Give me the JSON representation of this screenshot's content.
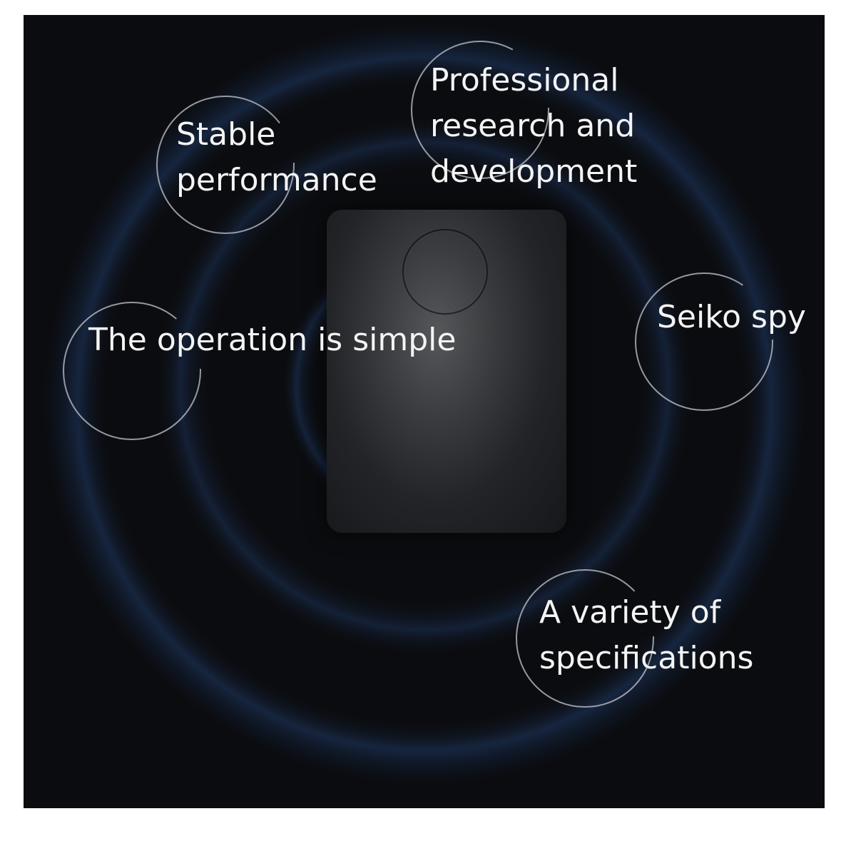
{
  "features": {
    "stable": "Stable\nperformance",
    "professional": "Professional\nresearch and\ndevelopment",
    "operation": "The operation is simple",
    "seiko": "Seiko spy",
    "variety": "A variety of\nspecifications"
  },
  "icons": {
    "device": "device-card-icon",
    "rings": "circle-ring-icon"
  },
  "colors": {
    "background": "#0b0c0f",
    "glow": "#1f3a66",
    "text": "#f4f4f4",
    "ring": "#b9bcc2"
  }
}
